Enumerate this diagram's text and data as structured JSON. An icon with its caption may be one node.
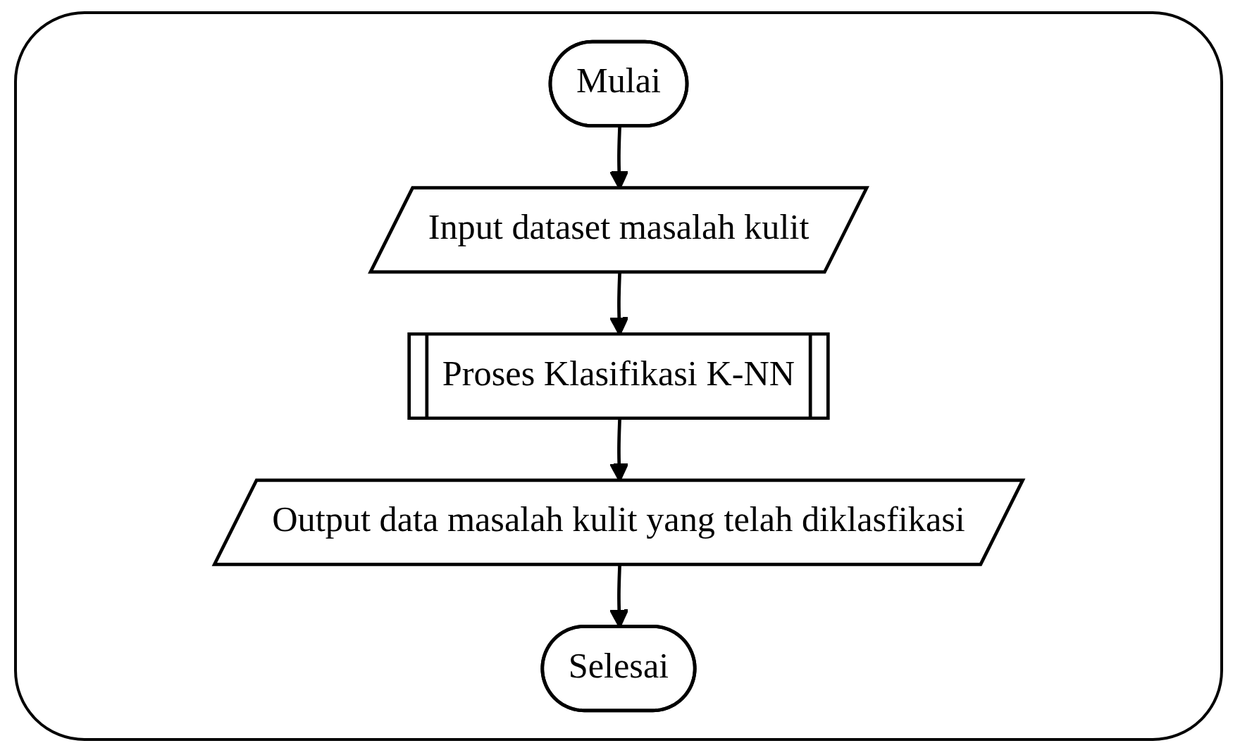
{
  "diagram": {
    "nodes": [
      {
        "text": [
          "Mulai"
        ]
      },
      {
        "text": [
          "Input dataset masalah kulit"
        ]
      },
      {
        "text": [
          "Proses Klasifikasi K-NN"
        ]
      },
      {
        "text": [
          "Output data masalah kulit yang telah diklasfikasi"
        ]
      },
      {
        "text": [
          "Selesai"
        ]
      }
    ],
    "edges": [
      {
        "from": 0,
        "to": 1,
        "arrow": "to"
      },
      {
        "from": 1,
        "to": 2,
        "arrow": "to"
      },
      {
        "from": 2,
        "to": 3,
        "arrow": "to"
      },
      {
        "from": 3,
        "to": 4,
        "arrow": "to"
      }
    ]
  }
}
